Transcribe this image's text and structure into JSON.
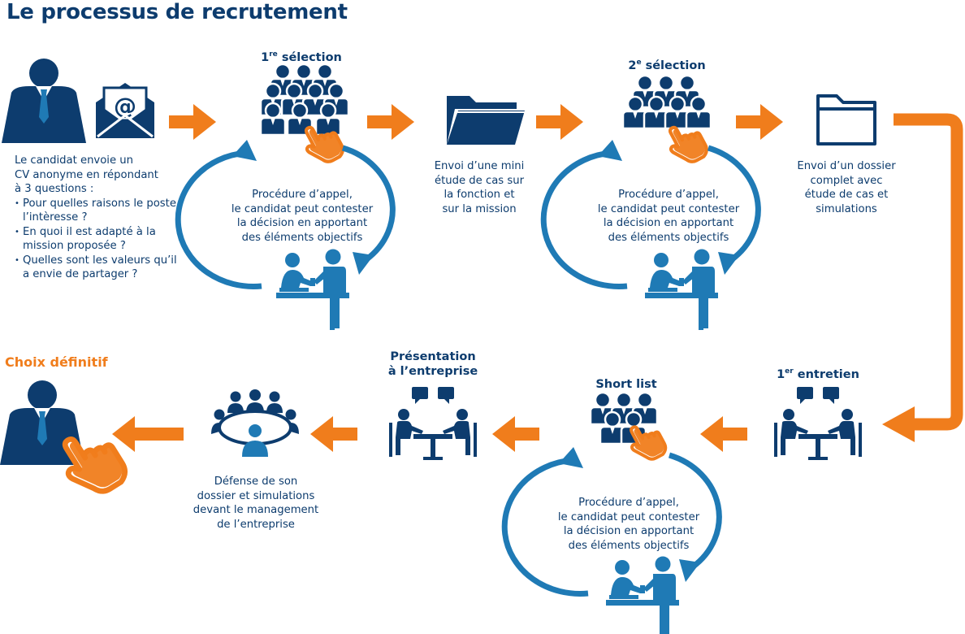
{
  "title": "Le processus de recrutement",
  "intro": {
    "line1": "Le candidat envoie un",
    "line2": "CV anonyme en répondant",
    "line3": "à 3 questions :",
    "questions": [
      "Pour quelles raisons le poste l’intèresse ?",
      "En quoi il est adapté à la mission proposée ?",
      "Quelles sont les valeurs qu’il a envie de partager ?"
    ]
  },
  "steps": {
    "selection1": {
      "num": "1",
      "sup": "re",
      "rest": " sélection"
    },
    "selection2": {
      "num": "2",
      "sup": "e",
      "rest": " sélection"
    },
    "entretien1": {
      "num": "1",
      "sup": "er",
      "rest": " entretien"
    },
    "short_list": "Short list",
    "presentation": [
      "Présentation",
      "à l’entreprise"
    ],
    "choix": "Choix définitif"
  },
  "appeal": [
    "Procédure d’appel,",
    "le candidat peut contester",
    "la décision en apportant",
    "des éléments objectifs"
  ],
  "mini_etude": [
    "Envoi d’une mini",
    "étude de cas sur",
    "la fonction et",
    "sur la mission"
  ],
  "dossier": [
    "Envoi d’un dossier",
    "complet avec",
    "étude de cas et",
    "simulations"
  ],
  "defense": [
    "Défense de son",
    "dossier et simulations",
    "devant le management",
    "de l’entreprise"
  ],
  "colors": {
    "navy": "#0d3c6e",
    "blue": "#1f7ab5",
    "orange": "#f07d1c"
  },
  "icons": [
    "person-icon",
    "email-icon",
    "group-icon",
    "hand-pointer-icon",
    "folder-icon",
    "meeting-icon",
    "conversation-icon",
    "board-meeting-icon",
    "cycle-arrow-icon"
  ]
}
